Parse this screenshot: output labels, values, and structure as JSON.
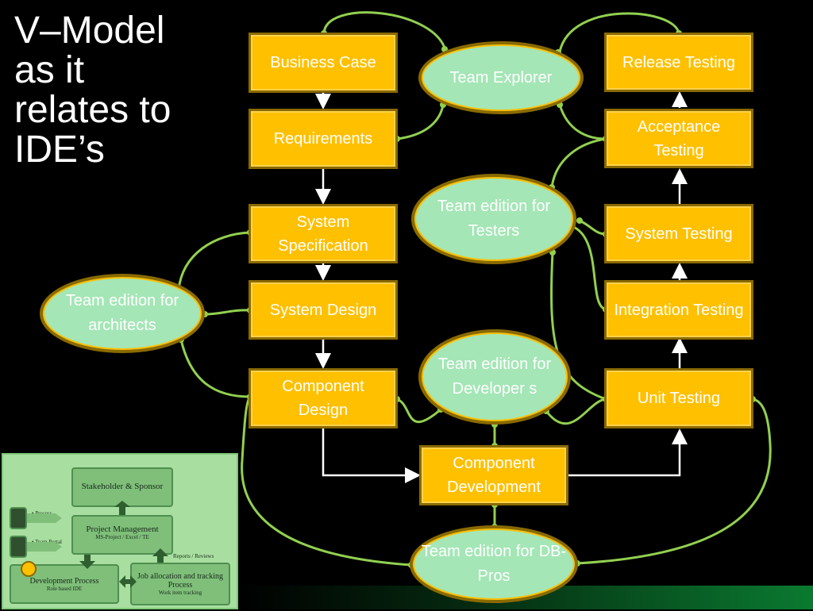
{
  "slide": {
    "title": "V–Model\nas it\nrelates to\nIDE’s"
  },
  "boxes": {
    "business_case": "Business Case",
    "requirements": "Requirements",
    "system_specification": "System Specification",
    "system_design": "System Design",
    "component_design": "Component Design",
    "component_development": "Component Development",
    "release_testing": "Release Testing",
    "acceptance_testing": "Acceptance Testing",
    "system_testing": "System Testing",
    "integration_testing": "Integration Testing",
    "unit_testing": "Unit Testing"
  },
  "ellipses": {
    "team_explorer": "Team Explorer",
    "team_testers": "Team edition for Testers",
    "team_architects": "Team edition for architects",
    "team_developers": "Team edition for Developer s",
    "team_dbpros": "Team edition for DB-Pros"
  },
  "thumbnail": {
    "stakeholder": "Stakeholder & Sponsor",
    "project_management": "Project Management",
    "project_management_sub": "MS-Project / Excel / TE",
    "development_process": "Development Process",
    "development_process_sub": "Role based IDE",
    "job_allocation": "Job allocation and tracking Process",
    "job_allocation_sub": "Work item tracking",
    "reports": "Reports / Reviews",
    "process_designer": "• Process designer",
    "team_portal": "• Team Portal"
  },
  "colors": {
    "box_fill": "#FFC000",
    "ellipse_fill": "#A4E6B6",
    "connector": "#92D050",
    "arrow": "#FFFFFF",
    "background": "#000000"
  }
}
